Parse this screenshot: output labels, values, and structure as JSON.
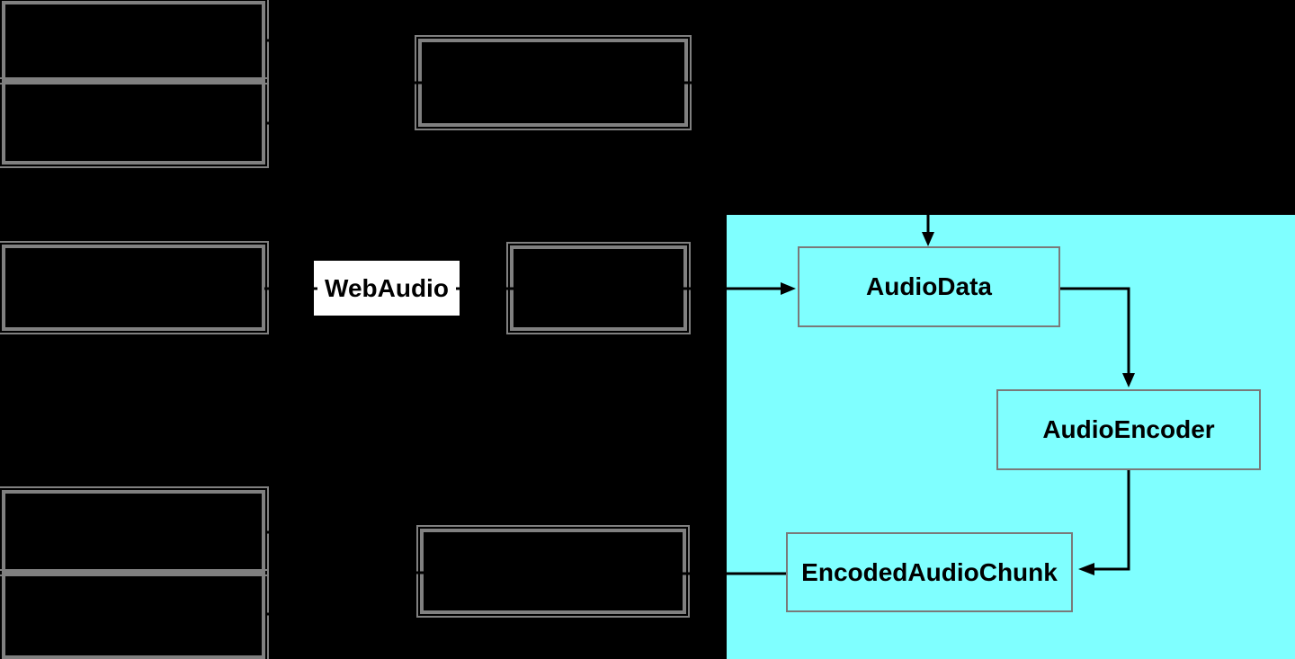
{
  "diagram": {
    "description": "Audio pipeline diagram with highlighted WebCodecs region",
    "labels": {
      "webaudio": "WebAudio",
      "audio_data": "AudioData",
      "audio_encoder": "AudioEncoder",
      "encoded_audio_chunk": "EncodedAudioChunk"
    }
  },
  "colors": {
    "background": "#000000",
    "highlight": "#7FFFFF",
    "box-border": "#808080",
    "cyan-box-border": "#7a7a7a",
    "connector": "#000000",
    "label-text": "#000000",
    "webaudio-bg": "#FFFFFF"
  }
}
